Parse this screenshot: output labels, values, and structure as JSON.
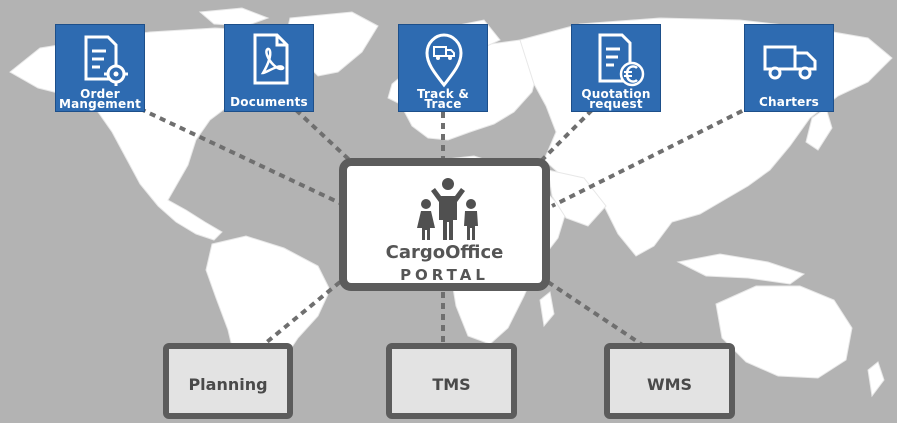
{
  "modules": [
    {
      "label": "Order\nMangement",
      "icon": "order-settings-icon"
    },
    {
      "label": "Documents",
      "icon": "pdf-document-icon"
    },
    {
      "label": "Track &\nTrace",
      "icon": "location-truck-icon"
    },
    {
      "label": "Quotation\nrequest",
      "icon": "euro-document-icon"
    },
    {
      "label": "Charters",
      "icon": "truck-icon"
    }
  ],
  "portal": {
    "brand": "CargoOffice",
    "subtitle": "PORTAL",
    "icon": "people-group-icon"
  },
  "systems": [
    {
      "label": "Planning"
    },
    {
      "label": "TMS"
    },
    {
      "label": "WMS"
    }
  ],
  "colors": {
    "tile_blue": "#2e6bb1",
    "map_land": "#ffffff",
    "background": "#b3b3b3",
    "frame_gray": "#5c5c5c",
    "connector": "#6f6f6f"
  }
}
